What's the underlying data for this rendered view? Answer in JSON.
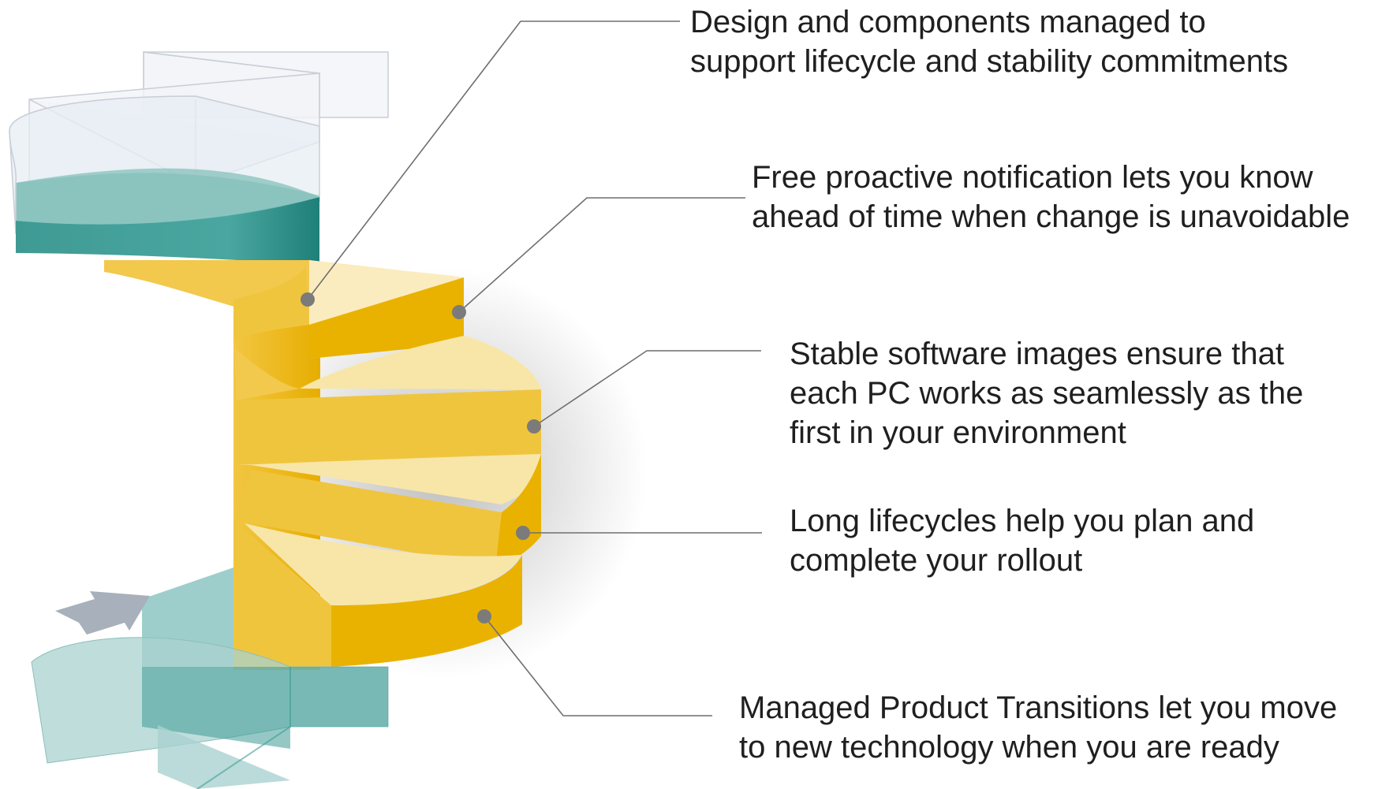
{
  "callouts": [
    {
      "lines": [
        "Design and components managed to",
        "support lifecycle and stability commitments"
      ]
    },
    {
      "lines": [
        "Free proactive notification lets you know",
        "ahead of time when change is unavoidable"
      ]
    },
    {
      "lines": [
        "Stable software images ensure that",
        "each PC works as seamlessly as the",
        "first in your environment"
      ]
    },
    {
      "lines": [
        "Long lifecycles help you plan and",
        "complete your rollout"
      ]
    },
    {
      "lines": [
        "Managed Product Transitions let you move",
        "to new technology when you are ready"
      ]
    }
  ],
  "colors": {
    "step_top": "#f8e6a9",
    "step_front": "#f0c53e",
    "step_side": "#e9b200",
    "teal_light": "#a9d2cf",
    "teal_dark": "#3e9b95",
    "ghost_fill": "#f3f4f7",
    "ghost_stroke": "#c9cdd6",
    "arrow": "#a8b0bb",
    "leader": "#6f6f6f",
    "dot": "#7b7b7b",
    "text": "#1f1f1f"
  }
}
